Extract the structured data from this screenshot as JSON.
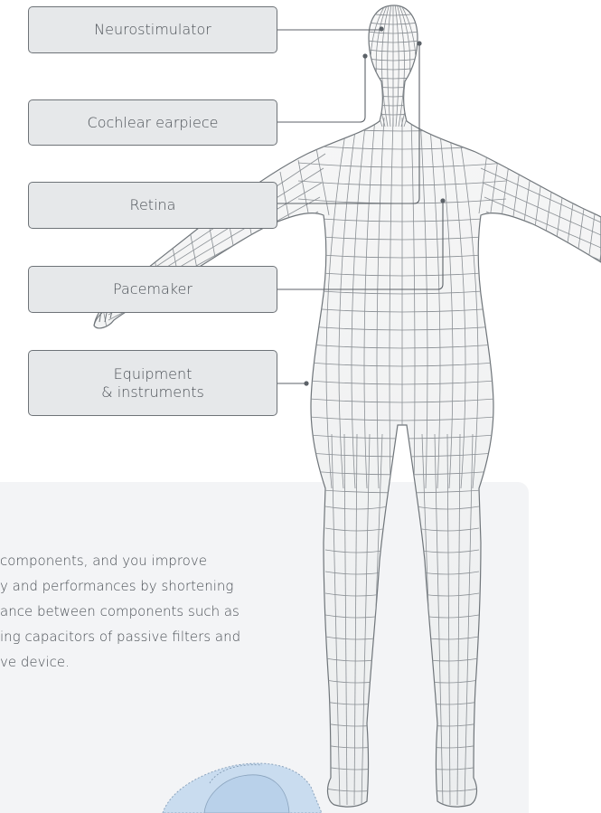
{
  "labels": [
    {
      "id": "neurostimulator",
      "text": "Neurostimulator"
    },
    {
      "id": "cochlear",
      "text": "Cochlear earpiece"
    },
    {
      "id": "retina",
      "text": "Retina"
    },
    {
      "id": "pacemaker",
      "text": "Pacemaker"
    },
    {
      "id": "equipment",
      "line1": "Equipment",
      "line2": "& instruments"
    }
  ],
  "body_text": [
    "components, and you improve",
    "y and performances by shortening",
    "ance between components such as",
    "ing capacitors of passive filters and",
    "ve device."
  ],
  "colors": {
    "label_fill": "#e6e8ea",
    "label_border": "#6e7378",
    "connector": "#5c6268",
    "panel": "#f3f4f6",
    "mesh_line": "#8a8f94",
    "body_fill": "#f7f7f7"
  },
  "icons": {
    "figure": "human-body-mesh-illustration",
    "device": "capsule-device-illustration"
  }
}
